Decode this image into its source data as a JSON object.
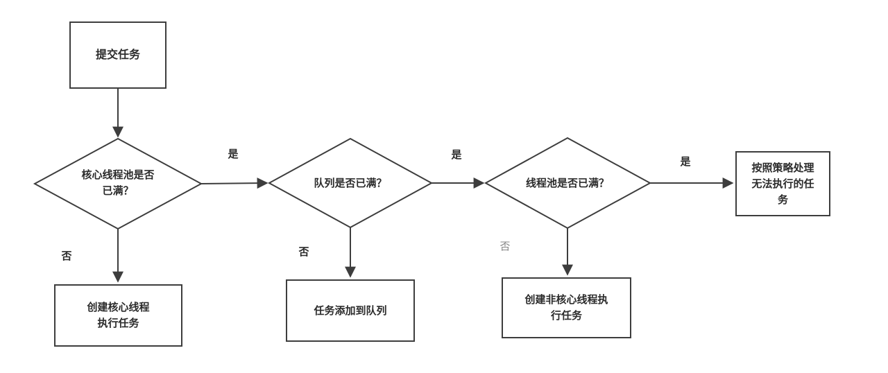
{
  "diagram": {
    "title": "thread-pool task submission flowchart",
    "nodes": {
      "submit": {
        "label": "提交任务"
      },
      "core_pool_full": {
        "line1": "核心线程池是否",
        "line2": "已满？"
      },
      "queue_full": {
        "label": "队列是否已满？"
      },
      "pool_full": {
        "label": "线程池是否已满？"
      },
      "create_core_thread": {
        "line1": "创建核心线程",
        "line2": "执行任务"
      },
      "add_to_queue": {
        "label": "任务添加到队列"
      },
      "create_noncore_thread": {
        "line1": "创建非核心线程执",
        "line2": "行任务"
      },
      "reject_policy": {
        "line1": "按照策略处理",
        "line2": "无法执行的任",
        "line3": "务"
      }
    },
    "edge_labels": {
      "yes1": "是",
      "yes2": "是",
      "yes3": "是",
      "no1": "否",
      "no2": "否",
      "no3": "否"
    },
    "colors": {
      "line": "#3d3d3d",
      "text": "#2b2b2b",
      "muted_label": "#858585",
      "background": "#ffffff"
    }
  }
}
